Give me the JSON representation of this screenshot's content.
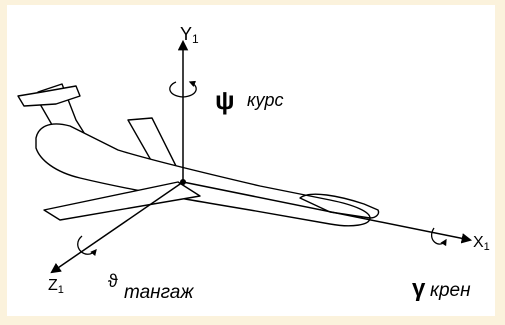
{
  "axes": {
    "y_axis": {
      "letter": "Y",
      "subscript": "1"
    },
    "x_axis": {
      "letter": "X",
      "subscript": "1"
    },
    "z_axis": {
      "letter": "Z",
      "subscript": "1"
    }
  },
  "rotations": {
    "yaw": {
      "symbol": "ψ",
      "label": "курс"
    },
    "pitch": {
      "symbol": "ϑ",
      "label": "тангаж"
    },
    "roll": {
      "symbol": "γ",
      "label": "крен"
    }
  },
  "colors": {
    "background": "#fbf2dc",
    "panel": "#ffffff",
    "ink": "#000000"
  }
}
